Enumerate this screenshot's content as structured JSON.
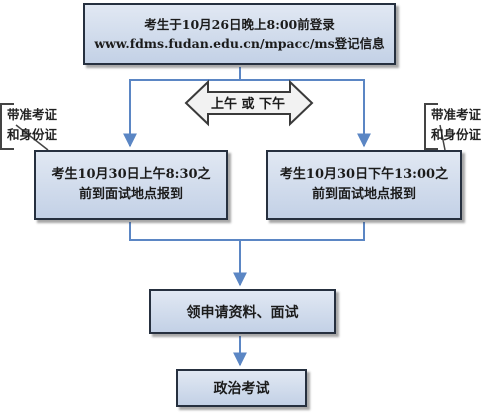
{
  "top_box": {
    "line1": "考生于10月26日晚上8:00前登录",
    "line2": "www.fdms.fudan.edu.cn/mpacc/ms登记信息"
  },
  "double_arrow": {
    "label": "上午 或 下午"
  },
  "left_box": {
    "line1": "考生10月30日上午8:30之",
    "line2": "前到面试地点报到"
  },
  "right_box": {
    "line1": "考生10月30日下午13:00之",
    "line2": "前到面试地点报到"
  },
  "left_note": {
    "line1": "带准考证",
    "line2": "和身份证"
  },
  "right_note": {
    "line1": "带准考证",
    "line2": "和身份证"
  },
  "middle_box": {
    "text": "领申请资料、面试"
  },
  "bottom_box": {
    "text": "政治考试"
  },
  "colors": {
    "connector": "#5b86c4",
    "arrow_fill": "#f2f2f2",
    "arrow_border": "#3a3a3a",
    "box_border": "#26303f"
  }
}
